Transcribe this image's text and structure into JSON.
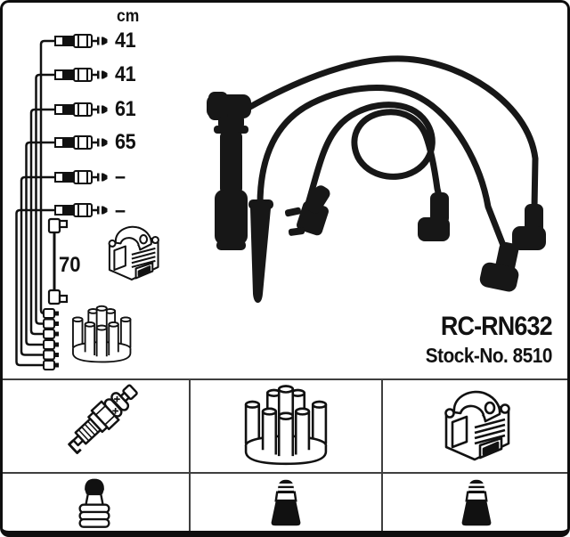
{
  "colors": {
    "ink": "#111111",
    "paper": "#ffffff",
    "photo_black": "#171717",
    "grid_line": "#3f3f3f"
  },
  "header": {
    "unit_label": "cm"
  },
  "leads": {
    "rows": [
      {
        "length": "41"
      },
      {
        "length": "41"
      },
      {
        "length": "61"
      },
      {
        "length": "65"
      },
      {
        "length": "–"
      },
      {
        "length": "–"
      }
    ],
    "coil_lead": {
      "length": "70"
    }
  },
  "product": {
    "part_number": "RC-RN632",
    "stock_number_label": "Stock-No. 8510"
  },
  "diagram": {
    "left_icons": [
      "ignition-coil-icon",
      "distributor-cap-icon",
      "coil-lead-icon"
    ],
    "photo": "ignition-lead-set-photo"
  },
  "legend": {
    "items": [
      {
        "name": "spark-plug-icon"
      },
      {
        "name": "distributor-cap-icon"
      },
      {
        "name": "ignition-coil-icon"
      },
      {
        "name": "plug-boot-ribbed-icon"
      },
      {
        "name": "plug-boot-skirted-icon"
      },
      {
        "name": "plug-boot-skirted-icon"
      }
    ]
  }
}
